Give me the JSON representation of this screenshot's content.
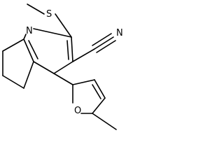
{
  "molecule": {
    "atoms": {
      "sulfur": "S",
      "nitrile_nitrogen": "N",
      "ring_nitrogen": "N",
      "furan_oxygen": "O"
    }
  }
}
